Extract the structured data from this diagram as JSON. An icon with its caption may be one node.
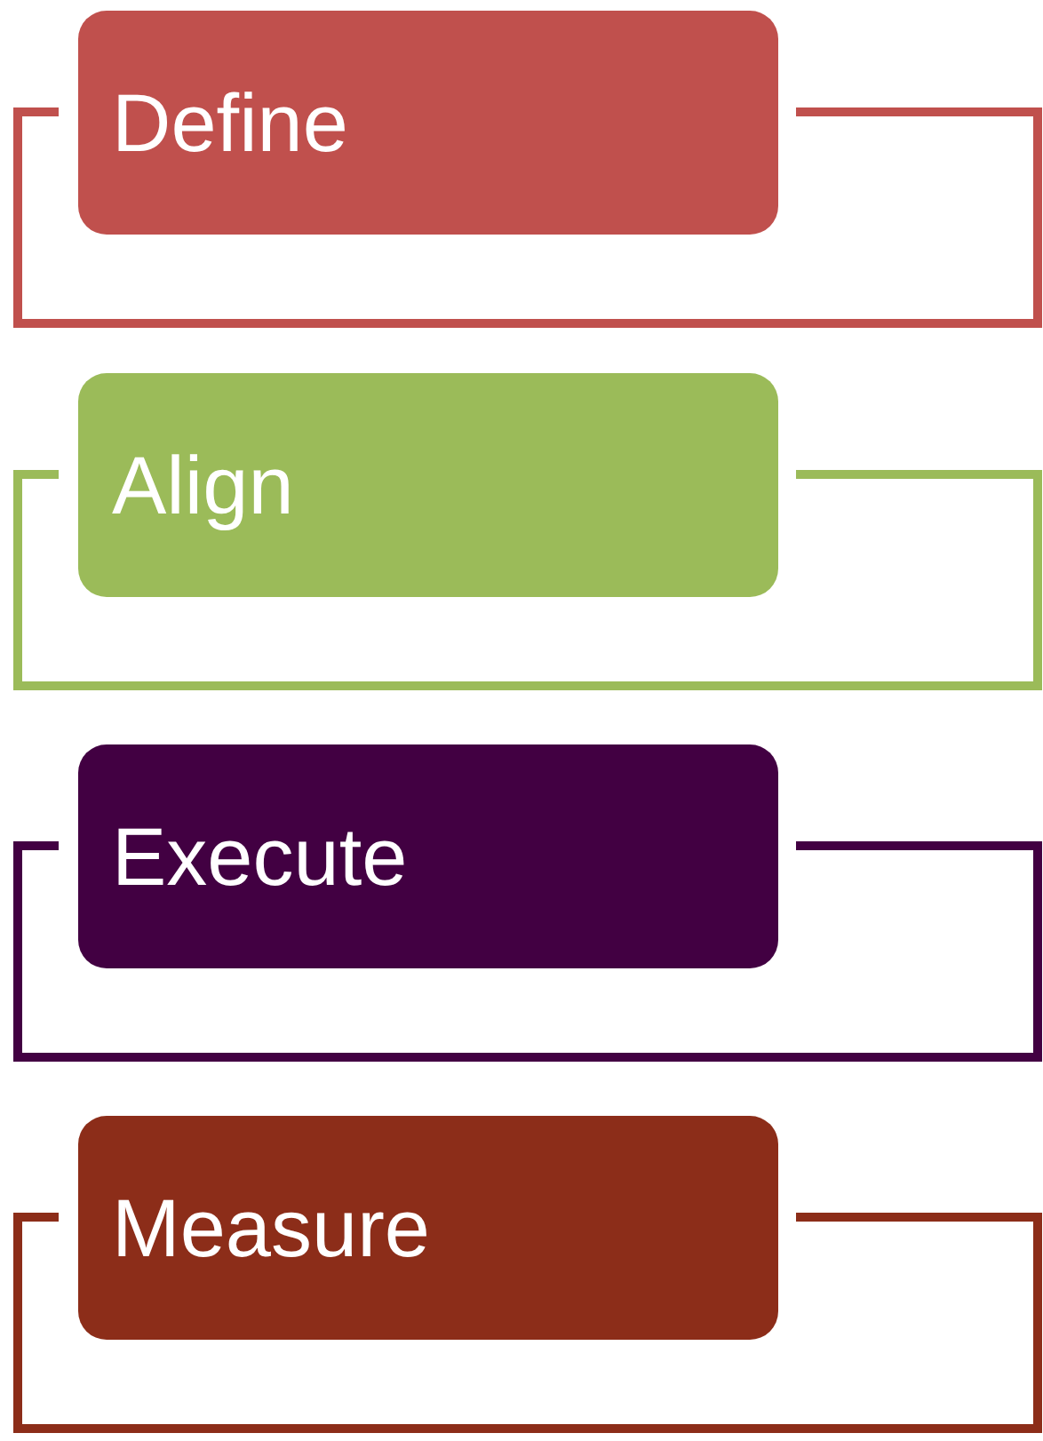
{
  "diagram": {
    "nodes": [
      {
        "text": [
          "Define"
        ]
      },
      {
        "text": [
          "Align"
        ]
      },
      {
        "text": [
          "Execute"
        ]
      },
      {
        "text": [
          "Measure"
        ]
      }
    ]
  }
}
